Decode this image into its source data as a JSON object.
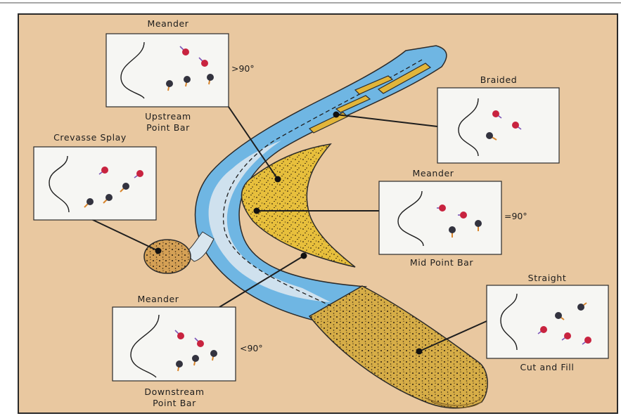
{
  "figure": {
    "colors": {
      "background": "#e9c8a0",
      "border": "#2a2a2a",
      "channel_water": "#6fb6e3",
      "channel_pale": "#d9e6ee",
      "point_bar_fill": "#e7bf3c",
      "splay_fill": "#d4a055",
      "cut_fill": "#d6ad47",
      "callout_bg": "#f6f6f3",
      "dip_red": "#c8233f",
      "dip_dark": "#33333f",
      "tick_orange": "#d8862e"
    },
    "panels": [
      {
        "id": "upstream",
        "title": "Meander",
        "angle": ">90°",
        "caption_lines": [
          "Upstream",
          "Point Bar"
        ]
      },
      {
        "id": "braided",
        "title": "Braided",
        "angle": "",
        "caption_lines": []
      },
      {
        "id": "crevasse",
        "title": "Crevasse Splay",
        "angle": "",
        "caption_lines": []
      },
      {
        "id": "mid",
        "title": "Meander",
        "angle": "=90°",
        "caption_lines": [
          "Mid Point Bar"
        ]
      },
      {
        "id": "straight",
        "title": "Straight",
        "angle": "",
        "caption_lines": [
          "Cut and Fill"
        ]
      },
      {
        "id": "downstream",
        "title": "Meander",
        "angle": "<90°",
        "caption_lines": [
          "Downstream",
          "Point Bar"
        ]
      }
    ]
  }
}
